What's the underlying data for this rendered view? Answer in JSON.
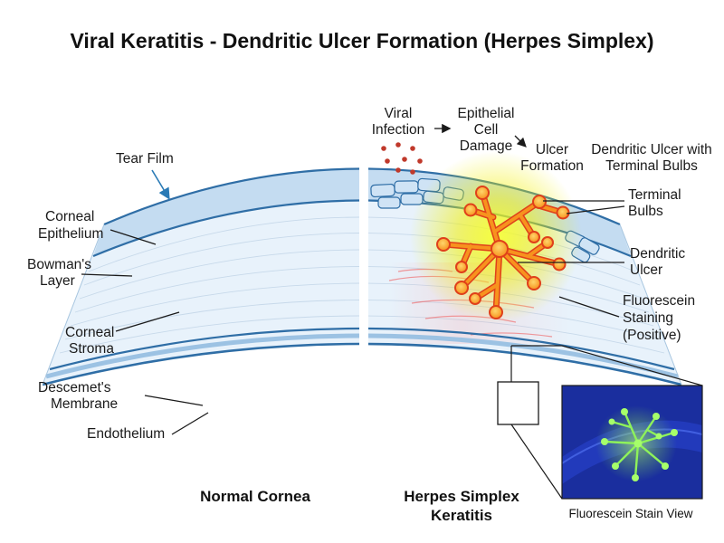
{
  "title": "Viral Keratitis - Dendritic Ulcer Formation (Herpes Simplex)",
  "panels": {
    "normal": "Normal Cornea",
    "herpes": [
      "Herpes Simplex",
      "Keratitis"
    ]
  },
  "normal_labels": {
    "tear_film": "Tear Film",
    "epithelium": [
      "Corneal",
      "Epithelium"
    ],
    "bowmans": [
      "Bowman's",
      "Layer"
    ],
    "stroma": [
      "Corneal",
      "Stroma"
    ],
    "descemets": [
      "Descemet's",
      "Membrane"
    ],
    "endothelium": "Endothelium"
  },
  "process": {
    "viral_infection": [
      "Viral",
      "Infection"
    ],
    "cell_damage": [
      "Epithelial",
      "Cell",
      "Damage"
    ],
    "ulcer_formation": [
      "Ulcer",
      "Formation"
    ],
    "dendritic_ulcer_bulbs": [
      "Dendritic Ulcer with",
      "Terminal Bulbs"
    ]
  },
  "herpes_labels": {
    "terminal_bulbs": [
      "Terminal",
      "Bulbs"
    ],
    "dendritic_ulcer": [
      "Dendritic",
      "Ulcer"
    ],
    "fluorescein": [
      "Fluorescein",
      "Staining",
      "(Positive)"
    ]
  },
  "inset_caption": "Fluorescein Stain View",
  "colors": {
    "cornea_light": "#e8f2fb",
    "epithelium": "#c4dcf1",
    "layer_line": "#2f6ea6",
    "ulcer_fill": "#f7931e",
    "ulcer_stroke": "#e0401a",
    "glow": "#f2f000",
    "virus": "#c0392b",
    "inset_bg": "#1c2a8c",
    "inset_glow": "#7ee64a",
    "arrow": "#2a7ab5"
  }
}
